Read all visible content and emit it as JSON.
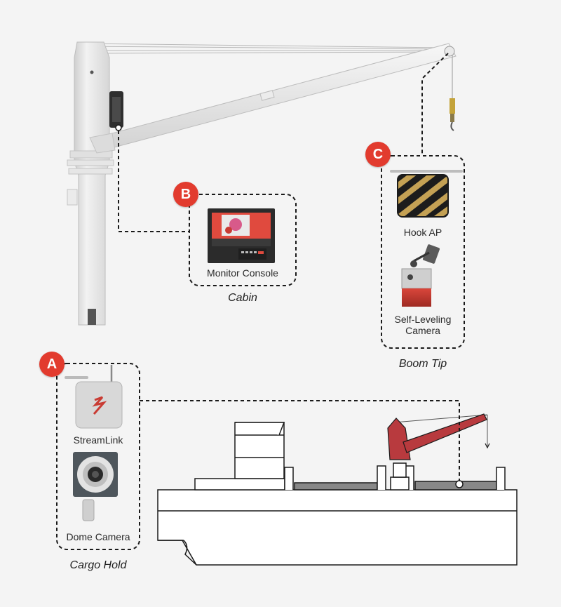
{
  "colors": {
    "accent": "#e23b2e",
    "crane_red": "#b83a3e",
    "structure": "#e8e8e8",
    "outline": "#1a1a1a"
  },
  "groups": {
    "cabin": {
      "badge": "B",
      "caption": "Cabin",
      "items": [
        {
          "label": "Monitor Console",
          "icon": "monitor-console"
        }
      ]
    },
    "boom_tip": {
      "badge": "C",
      "caption": "Boom Tip",
      "items": [
        {
          "label": "Hook AP",
          "icon": "hook-ap"
        },
        {
          "label": "Self-Leveling Camera",
          "icon": "self-leveling-camera"
        }
      ]
    },
    "cargo_hold": {
      "badge": "A",
      "caption": "Cargo Hold",
      "items": [
        {
          "label": "StreamLink",
          "icon": "streamlink"
        },
        {
          "label": "Dome Camera",
          "icon": "dome-camera"
        }
      ]
    }
  }
}
